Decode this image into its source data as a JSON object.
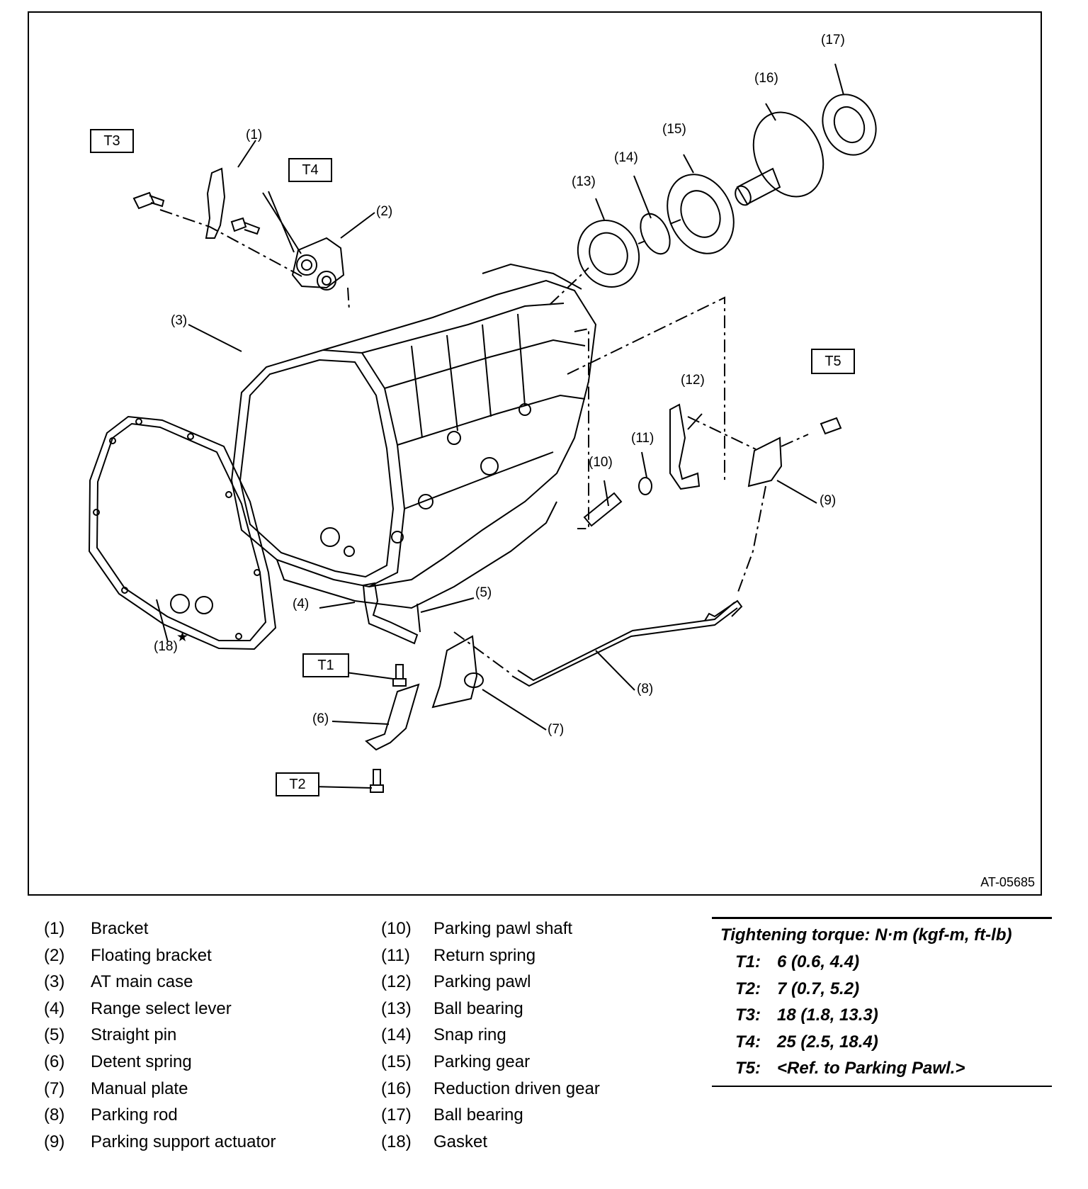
{
  "diagram": {
    "figure_id": "AT-05685",
    "callouts": [
      "(1)",
      "(2)",
      "(3)",
      "(4)",
      "(5)",
      "(6)",
      "(7)",
      "(8)",
      "(9)",
      "(10)",
      "(11)",
      "(12)",
      "(13)",
      "(14)",
      "(15)",
      "(16)",
      "(17)",
      "(18)"
    ],
    "torque_labels": [
      "T1",
      "T2",
      "T3",
      "T4",
      "T5"
    ],
    "star_symbol": "★"
  },
  "legend": {
    "column1": [
      {
        "num": "(1)",
        "name": "Bracket"
      },
      {
        "num": "(2)",
        "name": "Floating bracket"
      },
      {
        "num": "(3)",
        "name": "AT main case"
      },
      {
        "num": "(4)",
        "name": "Range select lever"
      },
      {
        "num": "(5)",
        "name": "Straight pin"
      },
      {
        "num": "(6)",
        "name": "Detent spring"
      },
      {
        "num": "(7)",
        "name": "Manual plate"
      },
      {
        "num": "(8)",
        "name": "Parking rod"
      },
      {
        "num": "(9)",
        "name": "Parking support actuator"
      }
    ],
    "column2": [
      {
        "num": "(10)",
        "name": "Parking pawl shaft"
      },
      {
        "num": "(11)",
        "name": "Return spring"
      },
      {
        "num": "(12)",
        "name": "Parking pawl"
      },
      {
        "num": "(13)",
        "name": "Ball bearing"
      },
      {
        "num": "(14)",
        "name": "Snap ring"
      },
      {
        "num": "(15)",
        "name": "Parking gear"
      },
      {
        "num": "(16)",
        "name": "Reduction driven gear"
      },
      {
        "num": "(17)",
        "name": "Ball bearing"
      },
      {
        "num": "(18)",
        "name": "Gasket"
      }
    ]
  },
  "torque_table": {
    "title": "Tightening torque: N·m (kgf-m, ft-lb)",
    "rows": [
      {
        "key": "T1:",
        "value": "6 (0.6, 4.4)"
      },
      {
        "key": "T2:",
        "value": "7 (0.7, 5.2)"
      },
      {
        "key": "T3:",
        "value": "18 (1.8, 13.3)"
      },
      {
        "key": "T4:",
        "value": "25 (2.5, 18.4)"
      },
      {
        "key": "T5:",
        "value": "<Ref. to Parking Pawl.>"
      }
    ]
  }
}
